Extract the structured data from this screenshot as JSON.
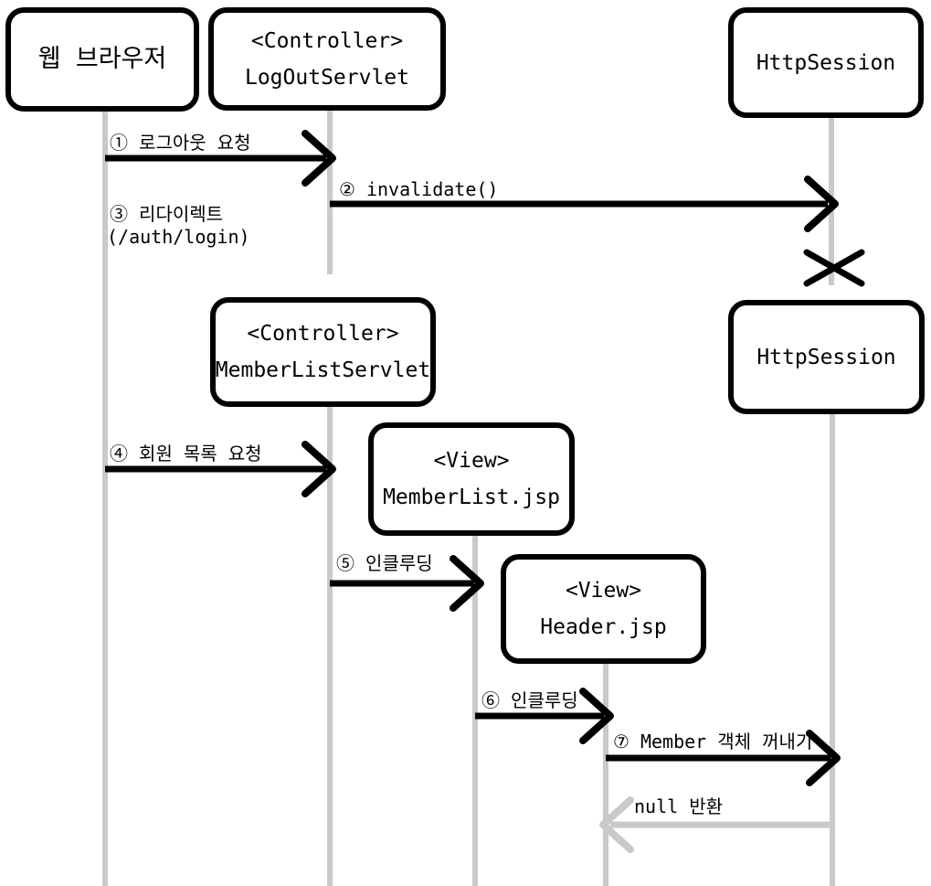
{
  "diagram_type": "sequence-diagram",
  "colors": {
    "ink": "#000000",
    "lifeline": "#c9c9c9",
    "box_fill": "#ffffff"
  },
  "actors": [
    {
      "id": "web-browser",
      "lines": [
        "웹 브라우저"
      ]
    },
    {
      "id": "logout-servlet",
      "lines": [
        "<Controller>",
        "LogOutServlet"
      ]
    },
    {
      "id": "http-session-1",
      "lines": [
        "HttpSession"
      ]
    },
    {
      "id": "member-list-servlet",
      "lines": [
        "<Controller>",
        "MemberListServlet"
      ]
    },
    {
      "id": "http-session-2",
      "lines": [
        "HttpSession"
      ]
    },
    {
      "id": "member-list-jsp",
      "lines": [
        "<View>",
        "MemberList.jsp"
      ]
    },
    {
      "id": "header-jsp",
      "lines": [
        "<View>",
        "Header.jsp"
      ]
    }
  ],
  "messages": [
    {
      "label": "① 로그아웃 요청",
      "from": "web-browser",
      "to": "logout-servlet"
    },
    {
      "label": "② invalidate()",
      "from": "logout-servlet",
      "to": "http-session-1"
    },
    {
      "label": "③ 리다이렉트",
      "label2": "(/auth/login)",
      "from": "logout-servlet",
      "to": "web-browser"
    },
    {
      "label": "④ 회원 목록 요청",
      "from": "web-browser",
      "to": "member-list-servlet"
    },
    {
      "label": "⑤ 인클루딩",
      "from": "member-list-servlet",
      "to": "member-list-jsp"
    },
    {
      "label": "⑥ 인클루딩",
      "from": "member-list-jsp",
      "to": "header-jsp"
    },
    {
      "label": "⑦ Member 객체 꺼내기",
      "from": "header-jsp",
      "to": "http-session-2"
    },
    {
      "label": "null 반환",
      "from": "http-session-2",
      "to": "header-jsp"
    }
  ]
}
